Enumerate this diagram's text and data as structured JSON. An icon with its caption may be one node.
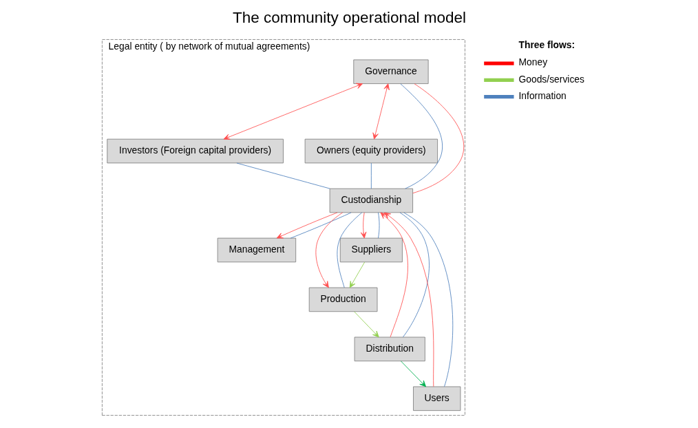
{
  "diagram": {
    "title": "The community operational model",
    "nodes": [
      {
        "text": [
          "Legal entity ( by network of mutual agreements)"
        ]
      },
      {
        "text": [
          "Investors (Foreign capital providers)"
        ],
        "in": 0
      },
      {
        "text": [
          "Owners (equity providers)"
        ],
        "in": 0
      },
      {
        "text": [
          "Governance"
        ],
        "in": 0
      },
      {
        "text": [
          "Management"
        ],
        "in": 0
      },
      {
        "text": [
          "Custodianship"
        ],
        "in": 0
      },
      {
        "text": [
          "Distribution"
        ],
        "in": 0
      },
      {
        "text": [
          "Users"
        ],
        "in": 0
      },
      {
        "text": [
          "Production"
        ],
        "in": 0
      },
      {
        "text": [
          "Suppliers"
        ],
        "in": 0
      }
    ],
    "edges": [
      {
        "from": 3,
        "to": 1,
        "arrow": "both",
        "color": "#ff5050"
      },
      {
        "from": 3,
        "to": 2,
        "arrow": "both",
        "color": "#ff5050"
      },
      {
        "from": 1,
        "to": 5,
        "arrow": "none",
        "color": "#4f81bd"
      },
      {
        "from": 2,
        "to": 5,
        "arrow": "none",
        "color": "#4f81bd"
      },
      {
        "from": 3,
        "to": 5,
        "arrow": "none",
        "color": "#4f81bd"
      },
      {
        "from": 3,
        "to": 5,
        "arrow": "none",
        "color": "#ff5050"
      },
      {
        "from": 4,
        "to": 5,
        "arrow": "none",
        "color": "#4f81bd"
      },
      {
        "from": 6,
        "to": 5,
        "arrow": "to",
        "color": "#ff5050"
      },
      {
        "from": 6,
        "to": 5,
        "arrow": "none",
        "color": "#4f81bd"
      },
      {
        "from": 7,
        "to": 5,
        "arrow": "to",
        "color": "#ff5050"
      },
      {
        "from": 7,
        "to": 5,
        "arrow": "none",
        "color": "#4f81bd"
      },
      {
        "from": 5,
        "to": 4,
        "arrow": "to",
        "color": "#ff5050"
      },
      {
        "from": 5,
        "to": 8,
        "arrow": "to",
        "color": "#ff5050"
      },
      {
        "from": 5,
        "to": 9,
        "arrow": "to",
        "color": "#ff5050"
      },
      {
        "from": 8,
        "to": 5,
        "arrow": "none",
        "color": "#4f81bd"
      },
      {
        "from": 9,
        "to": 5,
        "arrow": "none",
        "color": "#4f81bd"
      },
      {
        "from": 6,
        "to": 7,
        "arrow": "to",
        "color": "#00b050"
      },
      {
        "from": 8,
        "to": 6,
        "arrow": "to",
        "color": "#92d050"
      },
      {
        "from": 9,
        "to": 8,
        "arrow": "to",
        "color": "#92d050"
      }
    ],
    "labels": [
      "Three flows:"
    ],
    "legend": [
      {
        "text": "Money",
        "color": "#ff0000"
      },
      {
        "text": "Goods/services",
        "color": "#92d050"
      },
      {
        "text": "Information",
        "color": "#4f81bd"
      }
    ]
  }
}
